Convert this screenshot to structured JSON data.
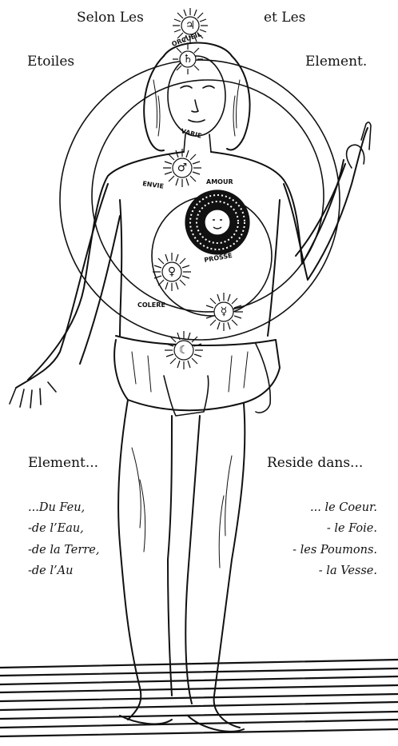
{
  "header": {
    "top_left": "Selon Les",
    "top_right": "et Les",
    "left": "Etoiles",
    "right": "Element."
  },
  "body_labels": {
    "head_upper": "ORCUEIL",
    "chin": "VARIE",
    "chest_left": "ENVIE",
    "chest_right": "AMOUR",
    "heart_lower": "PROSSE",
    "belly_left": "COLERE"
  },
  "columns": {
    "left_heading": "Element...",
    "right_heading": "Reside dans...",
    "left_items": [
      "...Du Feu,",
      "-de l’Eau,",
      "-de la Terre,",
      "-de l’Au"
    ],
    "right_items": [
      "... le Coeur.",
      "- le Foie.",
      "- les Poumons.",
      "- la Vesse."
    ]
  },
  "symbols": {
    "head_top": "♃",
    "forehead": "♄",
    "throat": "♂",
    "heart": "☉",
    "liver": "♀",
    "spleen": "☿",
    "belly": "☾"
  },
  "colors": {
    "ink": "#111111",
    "paper": "#ffffff"
  }
}
